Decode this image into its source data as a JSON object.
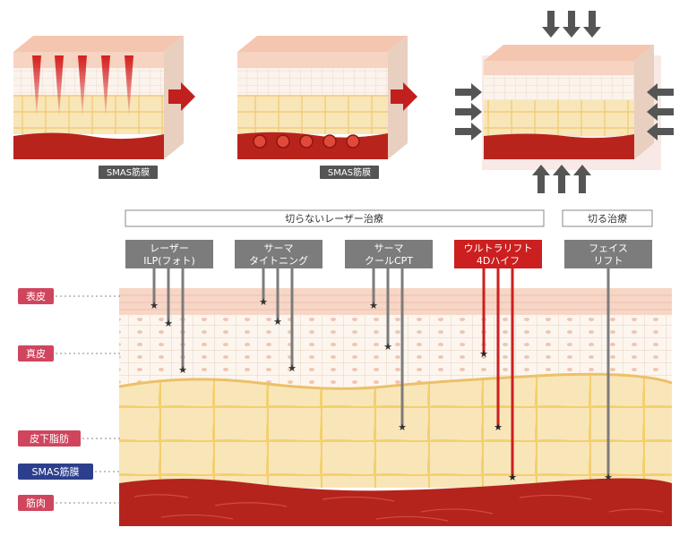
{
  "top_labels": {
    "smas_1": "SMAS筋膜",
    "smas_2": "SMAS筋膜"
  },
  "categories": {
    "non_cutting": "切らないレーザー治療",
    "cutting": "切る治療"
  },
  "treatments": [
    {
      "line1": "レーザー",
      "line2": "ILP(フォト)",
      "highlight": false
    },
    {
      "line1": "サーマ",
      "line2": "タイトニング",
      "highlight": false
    },
    {
      "line1": "サーマ",
      "line2": "クールCPT",
      "highlight": false
    },
    {
      "line1": "ウルトラリフト",
      "line2": "4Dハイフ",
      "highlight": true
    },
    {
      "line1": "フェイス",
      "line2": "リフト",
      "highlight": false
    }
  ],
  "layers": {
    "epidermis": "表皮",
    "dermis": "真皮",
    "subcutaneous_fat": "皮下脂肪",
    "smas": "SMAS筋膜",
    "muscle": "筋肉"
  },
  "colors": {
    "highlight_red": "#cc1f1f",
    "tag_gray": "#7c7c7c",
    "layer_label_pink": "#d0455e",
    "smas_label_blue": "#2d3f8c",
    "muscle_red": "#b4241c",
    "fat_cream": "#f8e4b4",
    "dermis_pink": "#f6d8c6"
  }
}
